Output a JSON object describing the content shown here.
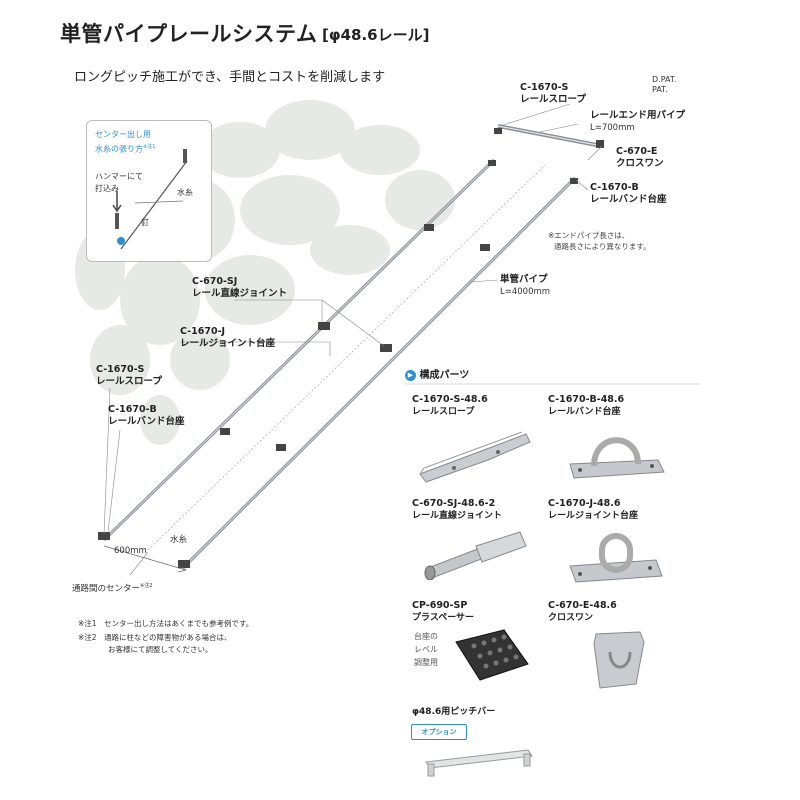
{
  "header": {
    "title": "単管パイプレールシステム",
    "title_spec": "[φ48.6レール]",
    "subtitle": "ロングピッチ施工ができ、手間とコストを削減します",
    "patent": [
      "D.PAT.",
      "PAT."
    ]
  },
  "inset": {
    "title_line1": "センター出し用",
    "title_line2": "水糸の張り方",
    "title_note": "※注1",
    "hammer_line1": "ハンマーにて",
    "hammer_line2": "打込み",
    "string": "水糸",
    "nail": "釘"
  },
  "diagram": {
    "top_slope_code": "C-1670-S",
    "top_slope_name": "レールスロープ",
    "end_pipe_name": "レールエンド用パイプ",
    "end_pipe_length": "L=700mm",
    "crosswan_code": "C-670-E",
    "crosswan_name": "クロスワン",
    "band_top_code": "C-1670-B",
    "band_top_name": "レールバンド台座",
    "end_pipe_note_line1": "※エンドパイプ長さは、",
    "end_pipe_note_line2": "通路長さにより異なります。",
    "single_pipe_name": "単管パイプ",
    "single_pipe_length": "L=4000mm",
    "sj_code": "C-670-SJ",
    "sj_name": "レール直線ジョイント",
    "j_code": "C-1670-J",
    "j_name": "レールジョイント台座",
    "left_slope_code": "C-1670-S",
    "left_slope_name": "レールスロープ",
    "left_band_code": "C-1670-B",
    "left_band_name": "レールバンド台座",
    "width": "600mm",
    "string": "水糸",
    "center_label": "通路間のセンター",
    "center_note": "※注2"
  },
  "notes": [
    {
      "mark": "※注1",
      "text": "センター出し方法はあくまでも参考例です。"
    },
    {
      "mark": "※注2",
      "text": "通路に柱などの障害物がある場合は、"
    },
    {
      "mark": "",
      "text": "お客様にて調整してください。"
    }
  ],
  "parts": {
    "heading": "構成パーツ",
    "items": [
      {
        "code": "C-1670-S-48.6",
        "name": "レールスロープ"
      },
      {
        "code": "C-1670-B-48.6",
        "name": "レールバンド台座"
      },
      {
        "code": "C-670-SJ-48.6-2",
        "name": "レール直線ジョイント"
      },
      {
        "code": "C-1670-J-48.6",
        "name": "レールジョイント台座"
      },
      {
        "code": "CP-690-SP",
        "name": "プラスペーサー"
      },
      {
        "code": "C-670-E-48.6",
        "name": "クロスワン"
      }
    ],
    "spacer_caption": [
      "台座の",
      "レベル",
      "調整用"
    ],
    "pitch_bar_name": "φ48.6用ピッチバー",
    "option_badge": "オプション"
  },
  "colors": {
    "accent_blue": "#2e8fd0",
    "rail_gray": "#8a8f96",
    "leaf_gray": "#d9ddd8"
  }
}
